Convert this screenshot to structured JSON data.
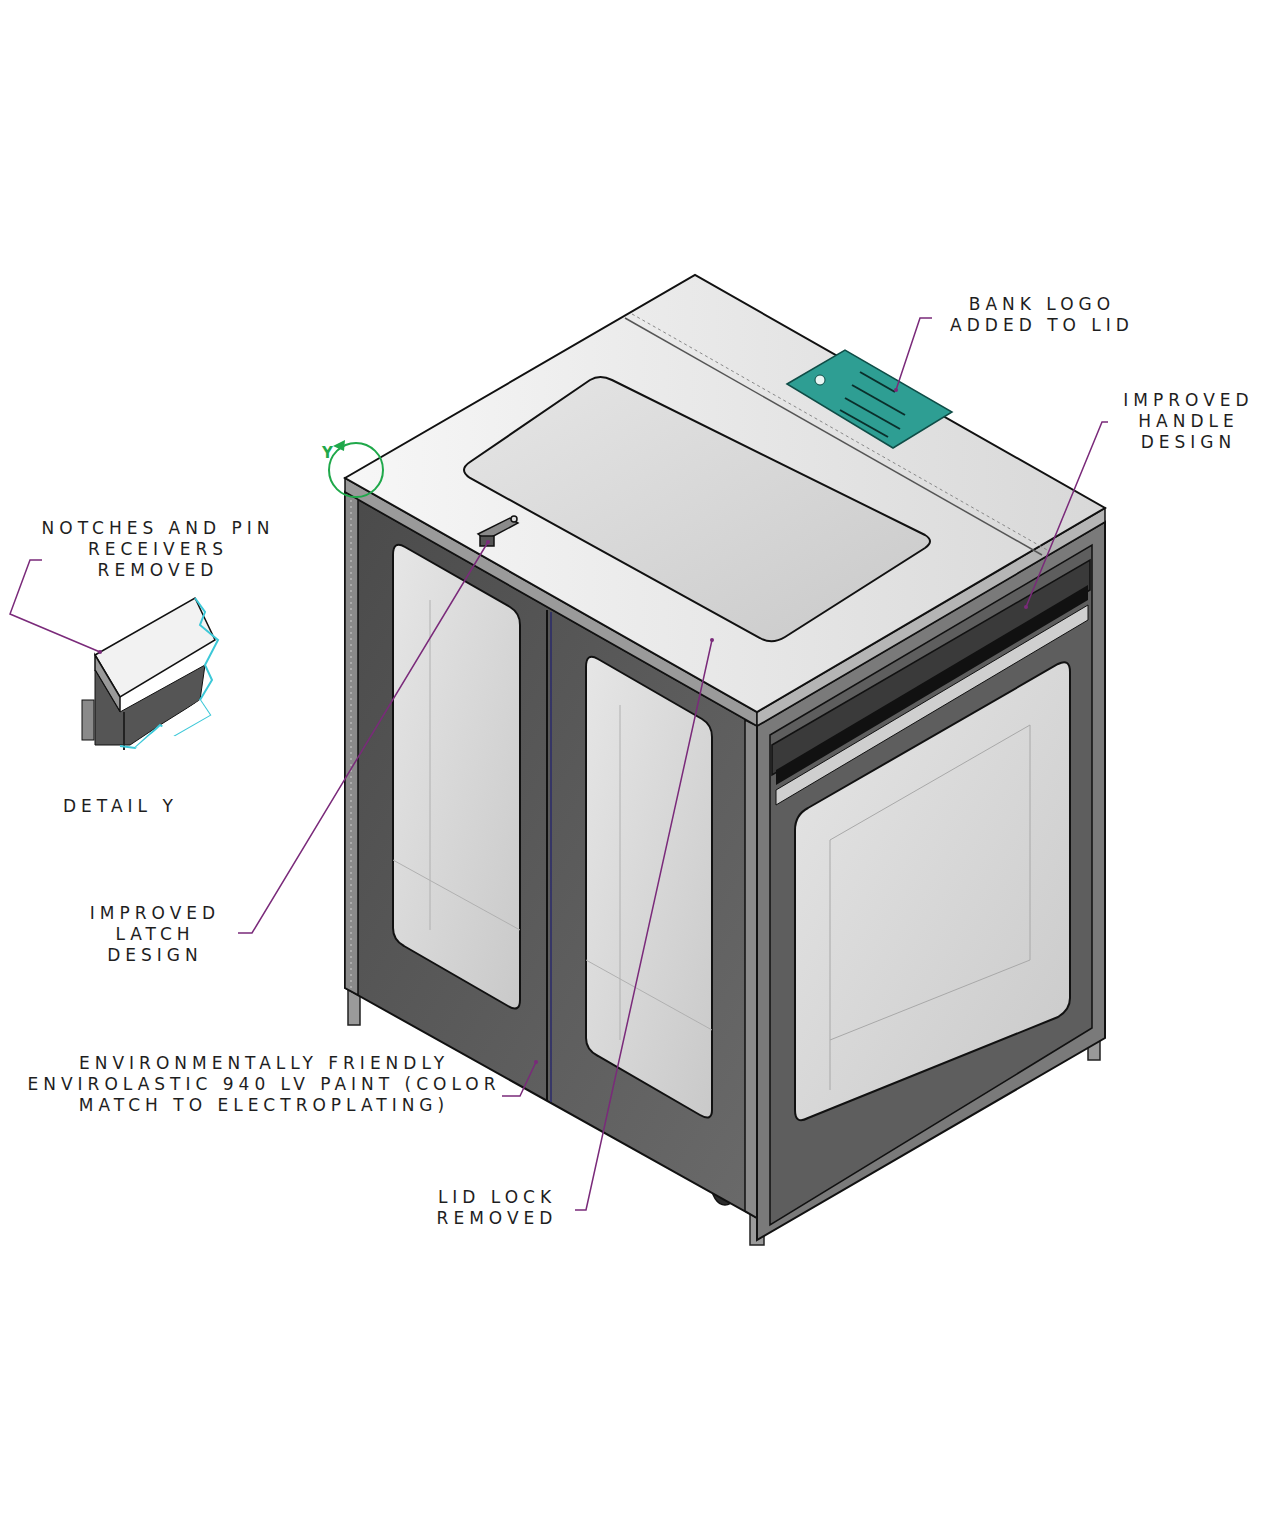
{
  "diagram": {
    "labels": [
      "BANK LOGO ADDED TO LID",
      "IMPROVED HANDLE DESIGN",
      "NOTCHES AND PIN RECEIVERS REMOVED",
      "DETAIL Y",
      "IMPROVED LATCH DESIGN",
      "ENVIRONMENTALLY FRIENDLY ENVIROLASTIC 940 LV PAINT (COLOR MATCH TO ELECTROPLATING)",
      "LID LOCK REMOVED",
      "Y"
    ]
  }
}
